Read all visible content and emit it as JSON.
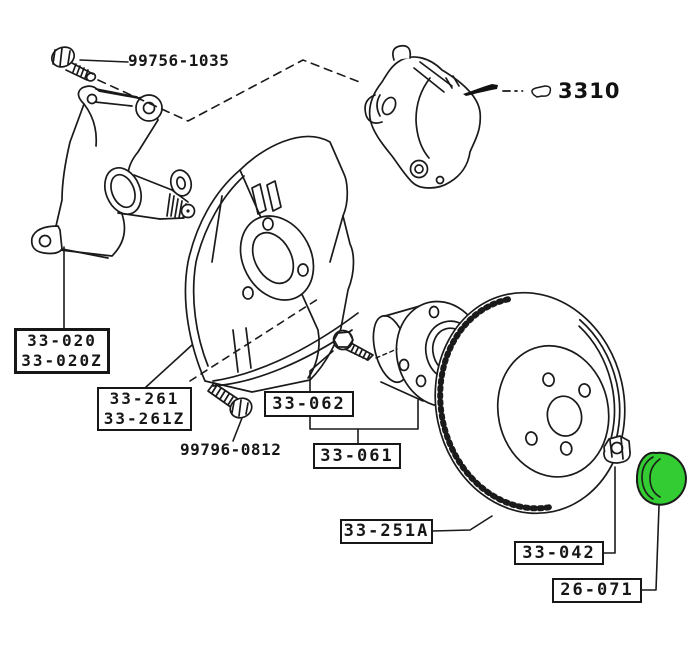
{
  "labels": {
    "knuckle_bolt": "99756-1035",
    "caliper_ref": "3310",
    "knuckle": {
      "line1": "33-020",
      "line2": "33-020Z"
    },
    "splash_shield": {
      "line1": "33-261",
      "line2": "33-261Z"
    },
    "shield_bolt": "99796-0812",
    "hub_stud": "33-062",
    "hub": "33-061",
    "rotor": "33-251A",
    "spindle_nut": "33-042",
    "grease_cap": "26-071"
  },
  "colors": {
    "highlight": "#33cc33",
    "line": "#1a1a1a",
    "background": "#ffffff"
  }
}
